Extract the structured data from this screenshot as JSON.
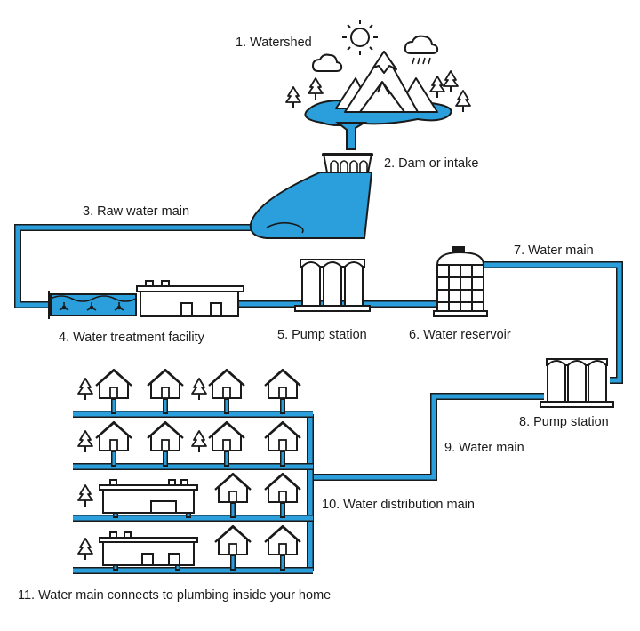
{
  "labels": {
    "watershed": "1. Watershed",
    "dam": "2. Dam or intake",
    "raw_main": "3. Raw water main",
    "treatment": "4. Water treatment facility",
    "pump1": "5. Pump station",
    "reservoir": "6. Water reservoir",
    "main7": "7. Water main",
    "pump2": "8. Pump station",
    "main9": "9. Water main",
    "distribution": "10. Water distribution main",
    "home": "11. Water main connects to plumbing inside your home"
  },
  "colors": {
    "water": "#2a9fdc",
    "outline": "#1a1a1a",
    "background": "#ffffff"
  },
  "icons": [
    "sun-icon",
    "cloud-icon",
    "rain-cloud-icon",
    "mountain-icon",
    "tree-icon",
    "house-icon",
    "building-icon",
    "tank-icon",
    "pump-icon",
    "fan-icon"
  ]
}
